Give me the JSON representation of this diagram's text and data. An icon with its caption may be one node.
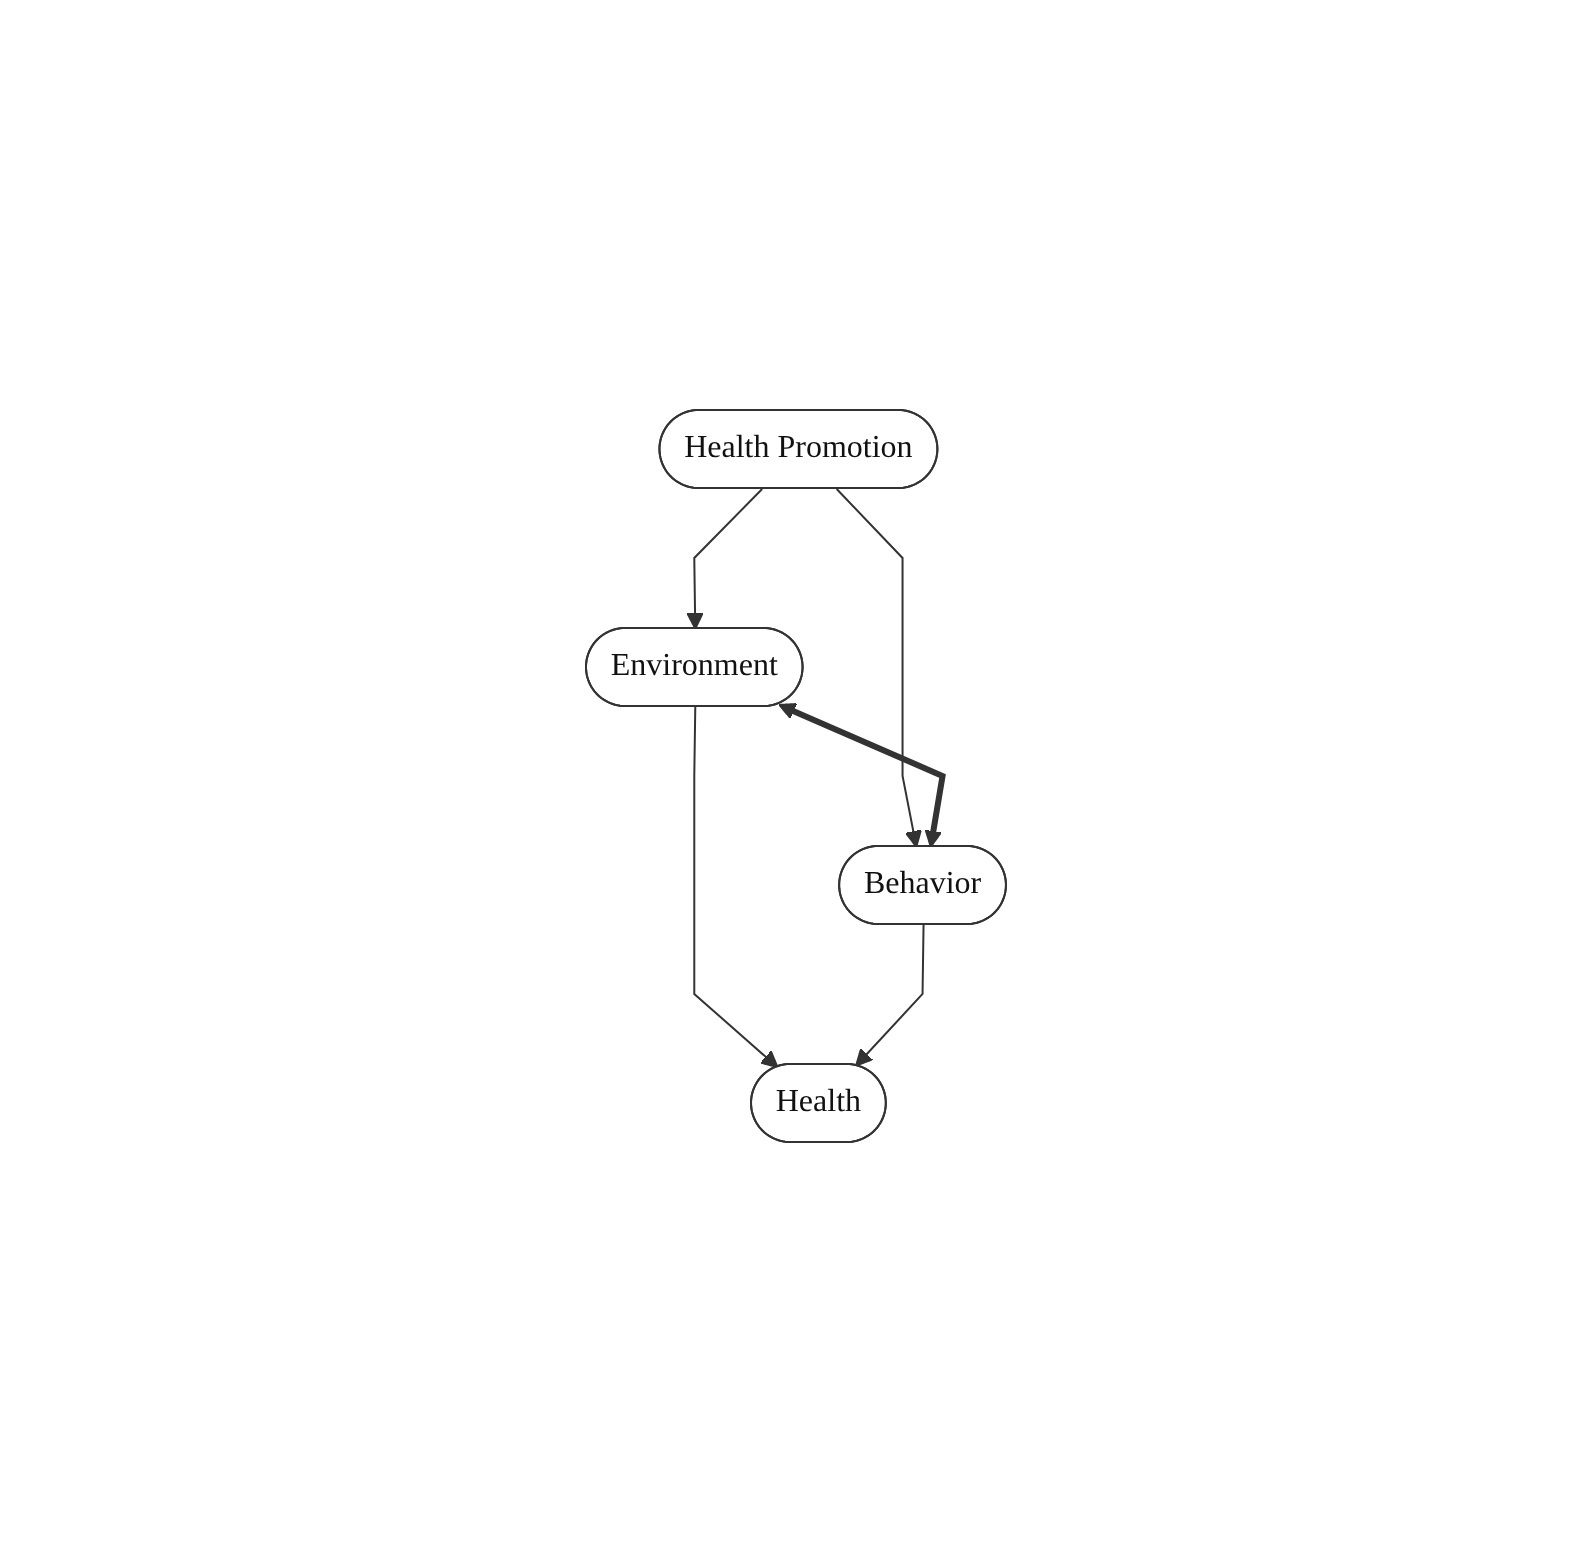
{
  "diagram": {
    "nodes": [
      {
        "text": [
          "Health Promotion"
        ]
      },
      {
        "text": [
          "Environment"
        ]
      },
      {
        "text": [
          "Behavior"
        ]
      },
      {
        "text": [
          "Health"
        ]
      }
    ],
    "edges": [
      {
        "from": 0,
        "to": 1,
        "arrow": "to"
      },
      {
        "from": 0,
        "to": 2,
        "arrow": "to"
      },
      {
        "from": 1,
        "to": 2,
        "arrow": "both",
        "style": "thick"
      },
      {
        "from": 1,
        "to": 3,
        "arrow": "to"
      },
      {
        "from": 2,
        "to": 3,
        "arrow": "to"
      }
    ]
  }
}
